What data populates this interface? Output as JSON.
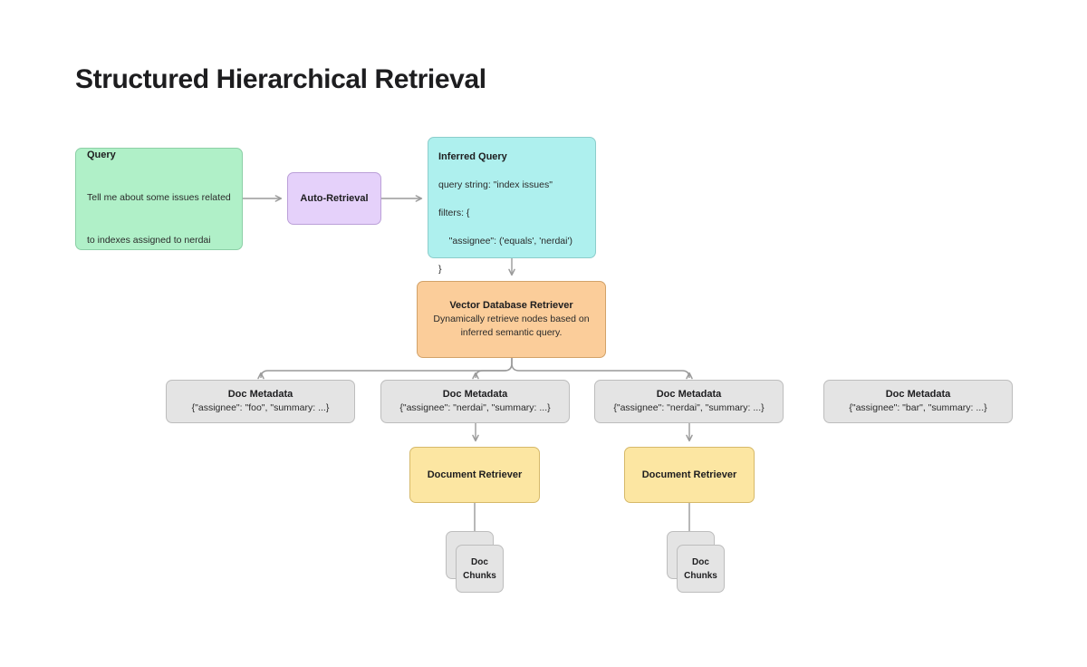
{
  "page": {
    "title": "Structured Hierarchical Retrieval",
    "background": "#ffffff"
  },
  "colors": {
    "query_fill": "#b0f0c8",
    "auto_retrieval_fill": "#e5d1fa",
    "inferred_query_fill": "#aef0ee",
    "vector_db_fill": "#fbcd9a",
    "doc_retriever_fill": "#fce6a2",
    "metadata_fill": "#e4e4e4",
    "edge_stroke": "#9a9a9a",
    "text": "#1d1d1f"
  },
  "nodes": {
    "query": {
      "title": "Query",
      "line1": "Tell me about some issues related",
      "line2": "to indexes assigned to nerdai"
    },
    "auto_retrieval": {
      "label": "Auto-Retrieval"
    },
    "inferred_query": {
      "title": "Inferred Query",
      "code_line1": "query string: \"index issues\"",
      "code_line2": "filters: {",
      "code_line3": "    \"assignee\": ('equals', 'nerdai')",
      "code_line4": "}"
    },
    "vector_db_retriever": {
      "title": "Vector Database Retriever",
      "line1": "Dynamically retrieve nodes based on",
      "line2": "inferred semantic query."
    },
    "doc_metadata": [
      {
        "title": "Doc Metadata",
        "detail": "{\"assignee\": \"foo\", \"summary: ...}"
      },
      {
        "title": "Doc Metadata",
        "detail": "{\"assignee\": \"nerdai\", \"summary: ...}"
      },
      {
        "title": "Doc Metadata",
        "detail": "{\"assignee\": \"nerdai\", \"summary: ...}"
      },
      {
        "title": "Doc Metadata",
        "detail": "{\"assignee\": \"bar\", \"summary: ...}"
      }
    ],
    "document_retrievers": [
      {
        "label": "Document Retriever"
      },
      {
        "label": "Document Retriever"
      }
    ],
    "doc_chunks": [
      {
        "line1": "Doc",
        "line2": "Chunks"
      },
      {
        "line1": "Doc",
        "line2": "Chunks"
      }
    ]
  }
}
